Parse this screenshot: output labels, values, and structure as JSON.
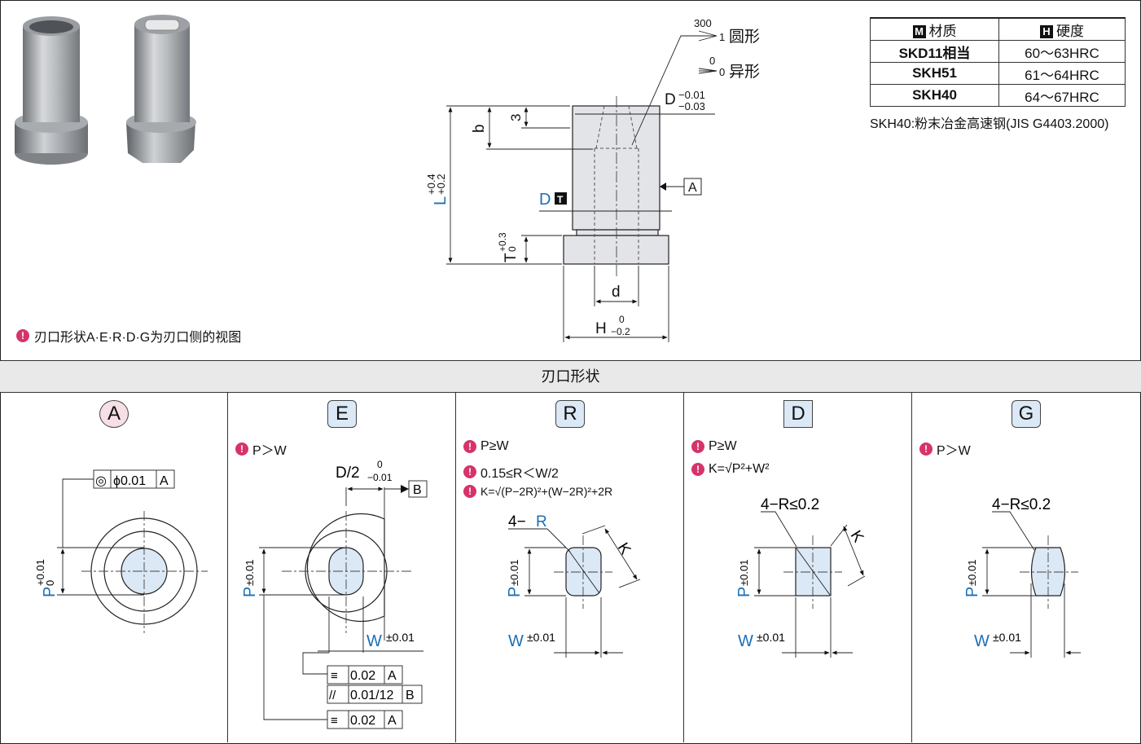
{
  "note_text": "刃口形状A·E·R·D·G为刃口侧的视图",
  "drawing_labels": {
    "angle_round_top": "300",
    "angle_round_bottom": "1",
    "round_label": "圆形",
    "angle_shaped_top": "0",
    "angle_shaped_bottom": "0",
    "shaped_label": "异形",
    "D_tol_label": "D",
    "D_tol_upper": "−0.01",
    "D_tol_lower": "−0.03",
    "dim_3": "3",
    "dim_b": "b",
    "L_label": "L",
    "L_tol_upper": "+0.4",
    "L_tol_lower": "+0.2",
    "D_label": "D",
    "T_badge": "T",
    "datum_A": "A",
    "T_label": "T",
    "T_tol_upper": "+0.3",
    "T_tol_lower": "0",
    "d_label": "d",
    "H_label": "H",
    "H_tol_upper": "0",
    "H_tol_lower": "−0.2"
  },
  "material_table": {
    "header_material_icon": "M",
    "header_material": "材质",
    "header_hardness_icon": "H",
    "header_hardness": "硬度",
    "rows": [
      {
        "material": "SKD11相当",
        "hardness": "60～63HRC"
      },
      {
        "material": "SKH51",
        "hardness": "61～64HRC"
      },
      {
        "material": "SKH40",
        "hardness": "64～67HRC"
      }
    ],
    "note": "SKH40:粉末冶金高速钢(JIS G4403.2000)"
  },
  "section_title": "刃口形状",
  "shapes": {
    "A": {
      "badge": "A",
      "tolerance_symbol": "◎",
      "tolerance_value": "ϕ0.01",
      "datum": "A",
      "P_label": "P",
      "P_tol_upper": "+0.01",
      "P_tol_lower": "0"
    },
    "E": {
      "badge": "E",
      "conditions": [
        "P＞W"
      ],
      "D_half_label": "D/2",
      "D_half_tol_upper": "0",
      "D_half_tol_lower": "−0.01",
      "datum_B": "B",
      "P_label": "P",
      "P_tol": "±0.01",
      "W_label": "W",
      "W_tol": "±0.01",
      "fcf": [
        {
          "symbol": "≡",
          "value": "0.02",
          "datum": "A"
        },
        {
          "symbol": "//",
          "value": "0.01/12",
          "datum": "B"
        },
        {
          "symbol": "≡",
          "value": "0.02",
          "datum": "A"
        }
      ]
    },
    "R": {
      "badge": "R",
      "conditions": [
        "P≥W",
        "0.15≤R＜W/2",
        "K=√(P−2R)²+(W−2R)²+2R"
      ],
      "corner_label_prefix": "4−",
      "corner_label_R": "R",
      "K_label": "K",
      "P_label": "P",
      "P_tol": "±0.01",
      "W_label": "W",
      "W_tol": "±0.01"
    },
    "D": {
      "badge": "D",
      "conditions": [
        "P≥W",
        "K=√P²+W²"
      ],
      "corner_label": "4−R≤0.2",
      "K_label": "K",
      "P_label": "P",
      "P_tol": "±0.01",
      "W_label": "W",
      "W_tol": "±0.01"
    },
    "G": {
      "badge": "G",
      "conditions": [
        "P＞W"
      ],
      "corner_label": "4−R≤0.2",
      "P_label": "P",
      "P_tol": "±0.01",
      "W_label": "W",
      "W_tol": "±0.01"
    }
  },
  "colors": {
    "blue_dim": "#1a6fb5",
    "fill_light_blue": "#dbe8f5",
    "body_gray": "#e2e4e8",
    "warn_icon": "#d6336c"
  }
}
